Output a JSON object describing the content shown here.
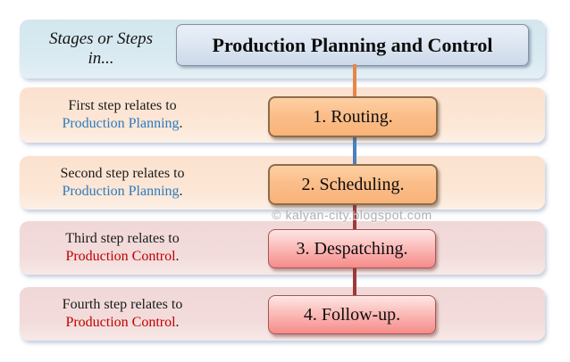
{
  "header": {
    "stages_label_line1": "Stages or Steps",
    "stages_label_line2": "in...",
    "title": "Production Planning and Control"
  },
  "watermark_text": "© kalyan-city.blogspot.com",
  "rows": [
    {
      "description_line1": "First step relates to",
      "description_line2": "Production Planning",
      "description_suffix": ".",
      "step_label": "1. Routing.",
      "theme": "planning"
    },
    {
      "description_line1": "Second step relates to",
      "description_line2": "Production Planning",
      "description_suffix": ".",
      "step_label": "2. Scheduling.",
      "theme": "planning"
    },
    {
      "description_line1": "Third step relates to",
      "description_line2": "Production Control",
      "description_suffix": ".",
      "step_label": "3. Despatching.",
      "theme": "control"
    },
    {
      "description_line1": "Fourth step relates to",
      "description_line2": "Production Control",
      "description_suffix": ".",
      "step_label": "4. Follow-up.",
      "theme": "control"
    }
  ],
  "colors": {
    "planning_link_text": "#2b7cbf",
    "control_link_text": "#c00000",
    "connector_orange": "#e58648",
    "connector_blue": "#4d7fba",
    "connector_red": "#9e3b38",
    "header_band_bg": "#d7e9f0",
    "title_box_bg": "#dbe5f1",
    "planning_band_bg": "#fce6d5",
    "control_band_bg": "#f2dcdb",
    "step_box_orange": "#fbbe8a",
    "step_box_pink": "#f58b89"
  }
}
